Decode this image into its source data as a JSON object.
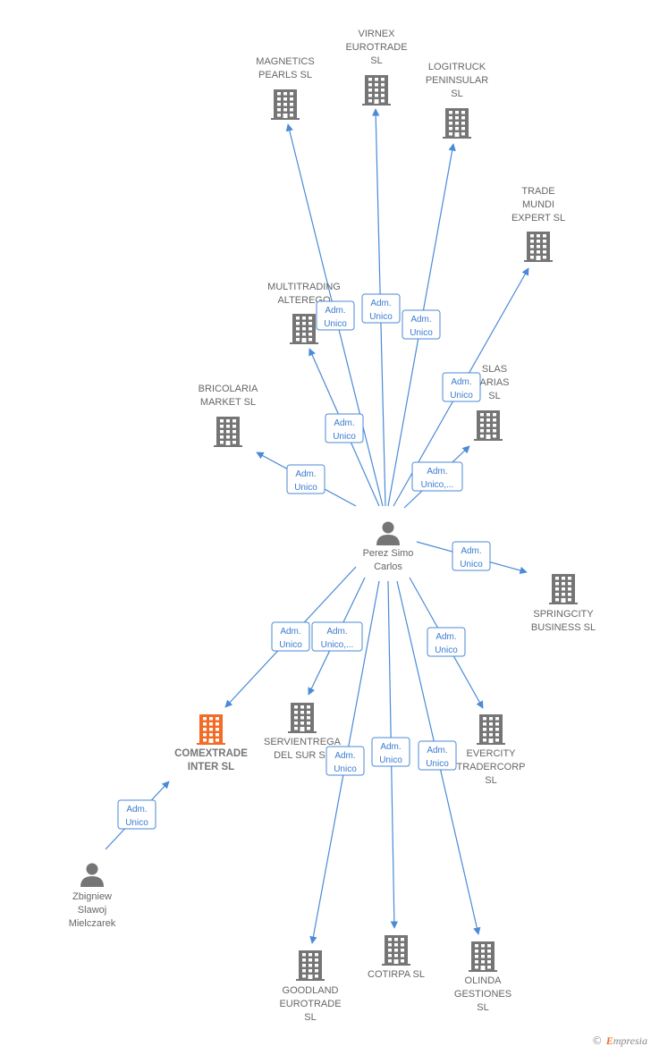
{
  "colors": {
    "edge": "#4a8ad6",
    "building": "#757575",
    "building_focus": "#f26c25",
    "person": "#757575"
  },
  "edge_label": [
    "Adm.",
    "Unico"
  ],
  "edge_label_multi": [
    "Adm.",
    "Unico,..."
  ],
  "nodes": [
    {
      "id": "perez",
      "kind": "person",
      "label": [
        "Perez Simo",
        "Carlos"
      ]
    },
    {
      "id": "zbigniew",
      "kind": "person",
      "label": [
        "Zbigniew",
        "Slawoj",
        "Mielczarek"
      ]
    },
    {
      "id": "magnetics",
      "kind": "company",
      "label": [
        "MAGNETICS",
        "PEARLS  SL"
      ]
    },
    {
      "id": "virnex",
      "kind": "company",
      "label": [
        "VIRNEX",
        "EUROTRADE",
        "SL"
      ]
    },
    {
      "id": "logitruck",
      "kind": "company",
      "label": [
        "LOGITRUCK",
        "PENINSULAR",
        "SL"
      ]
    },
    {
      "id": "trademundi",
      "kind": "company",
      "label": [
        "TRADE",
        "MUNDI",
        "EXPERT  SL"
      ]
    },
    {
      "id": "multitrading",
      "kind": "company",
      "label": [
        "MULTITRADING",
        "ALTEREGO"
      ]
    },
    {
      "id": "islas",
      "kind": "company",
      "label": [
        "SLAS",
        "ARIAS",
        "SL"
      ]
    },
    {
      "id": "bricolaria",
      "kind": "company",
      "label": [
        "BRICOLARIA",
        "MARKET  SL"
      ]
    },
    {
      "id": "springcity",
      "kind": "company",
      "label": [
        "SPRINGCITY",
        "BUSINESS  SL"
      ]
    },
    {
      "id": "comextrade",
      "kind": "company",
      "focus": true,
      "label": [
        "COMEXTRADE",
        "INTER  SL"
      ]
    },
    {
      "id": "servientrega",
      "kind": "company",
      "label": [
        "SERVIENTREGA",
        "DEL SUR  SL"
      ]
    },
    {
      "id": "evercity",
      "kind": "company",
      "label": [
        "EVERCITY",
        "TRADERCORP",
        "SL"
      ]
    },
    {
      "id": "goodland",
      "kind": "company",
      "label": [
        "GOODLAND",
        "EUROTRADE",
        "SL"
      ]
    },
    {
      "id": "cotirpa",
      "kind": "company",
      "label": [
        "COTIRPA SL"
      ]
    },
    {
      "id": "olinda",
      "kind": "company",
      "label": [
        "OLINDA",
        "GESTIONES",
        "SL"
      ]
    }
  ],
  "edges": [
    {
      "from": "perez",
      "to": "magnetics",
      "label": "single"
    },
    {
      "from": "perez",
      "to": "virnex",
      "label": "single"
    },
    {
      "from": "perez",
      "to": "logitruck",
      "label": "single"
    },
    {
      "from": "perez",
      "to": "trademundi",
      "label": "single"
    },
    {
      "from": "perez",
      "to": "multitrading",
      "label": "single"
    },
    {
      "from": "perez",
      "to": "islas",
      "label": "multi"
    },
    {
      "from": "perez",
      "to": "bricolaria",
      "label": "single"
    },
    {
      "from": "perez",
      "to": "springcity",
      "label": "single"
    },
    {
      "from": "perez",
      "to": "comextrade",
      "label": "single"
    },
    {
      "from": "perez",
      "to": "servientrega",
      "label": "multi"
    },
    {
      "from": "perez",
      "to": "evercity",
      "label": "single"
    },
    {
      "from": "perez",
      "to": "goodland",
      "label": "single"
    },
    {
      "from": "perez",
      "to": "cotirpa",
      "label": "single"
    },
    {
      "from": "perez",
      "to": "olinda",
      "label": "single"
    },
    {
      "from": "zbigniew",
      "to": "comextrade",
      "label": "single"
    }
  ],
  "footer": {
    "copyright": "©",
    "brand_initial": "E",
    "brand_rest": "mpresia"
  }
}
